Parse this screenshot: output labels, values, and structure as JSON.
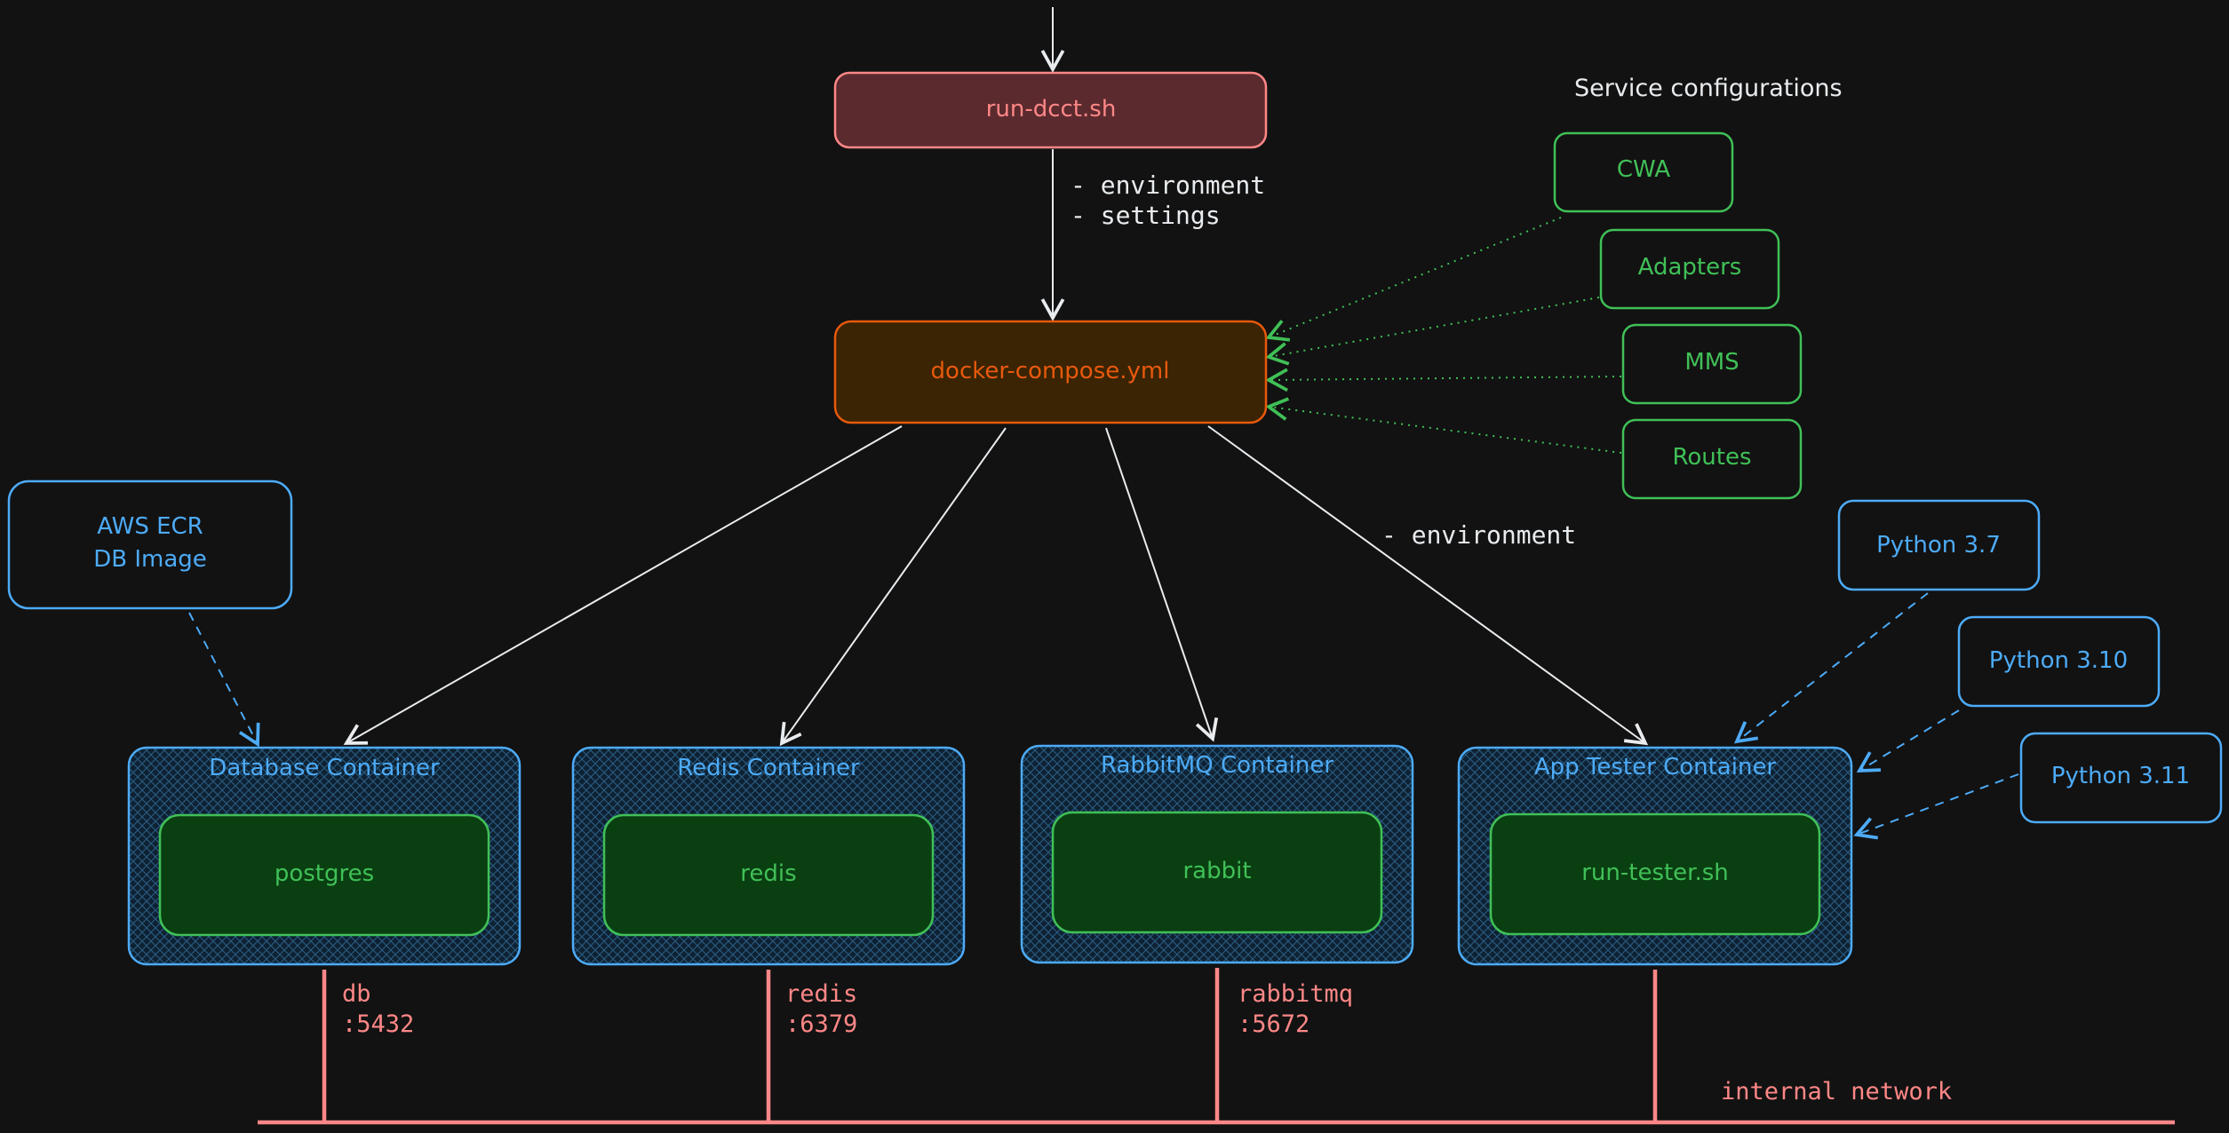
{
  "title": "Service configurations",
  "colors": {
    "background": "#121212",
    "script_stroke": "#ff8787",
    "script_fill": "#5b2a2e",
    "compose_stroke": "#e8590c",
    "compose_fill": "#3a2403",
    "config_green": "#40c057",
    "blue": "#4dabf7",
    "inner_fill": "#0a3f12",
    "network": "#ff8787",
    "arrow": "#e9ecef"
  },
  "nodes": {
    "run_script": "run-dcct.sh",
    "compose": "docker-compose.yml",
    "ecr_line1": "AWS ECR",
    "ecr_line2": "DB Image"
  },
  "labels": {
    "env_line1": "- environment",
    "env_line2": "- settings",
    "tester_env": "- environment"
  },
  "configs": [
    "CWA",
    "Adapters",
    "MMS",
    "Routes"
  ],
  "pythons": [
    "Python 3.7",
    "Python 3.10",
    "Python 3.11"
  ],
  "containers": [
    {
      "title": "Database Container",
      "inner": "postgres",
      "host": "db",
      "port": ":5432"
    },
    {
      "title": "Redis Container",
      "inner": "redis",
      "host": "redis",
      "port": ":6379"
    },
    {
      "title": "RabbitMQ Container",
      "inner": "rabbit",
      "host": "rabbitmq",
      "port": ":5672"
    },
    {
      "title": "App Tester Container",
      "inner": "run-tester.sh"
    }
  ],
  "network_label": "internal network"
}
